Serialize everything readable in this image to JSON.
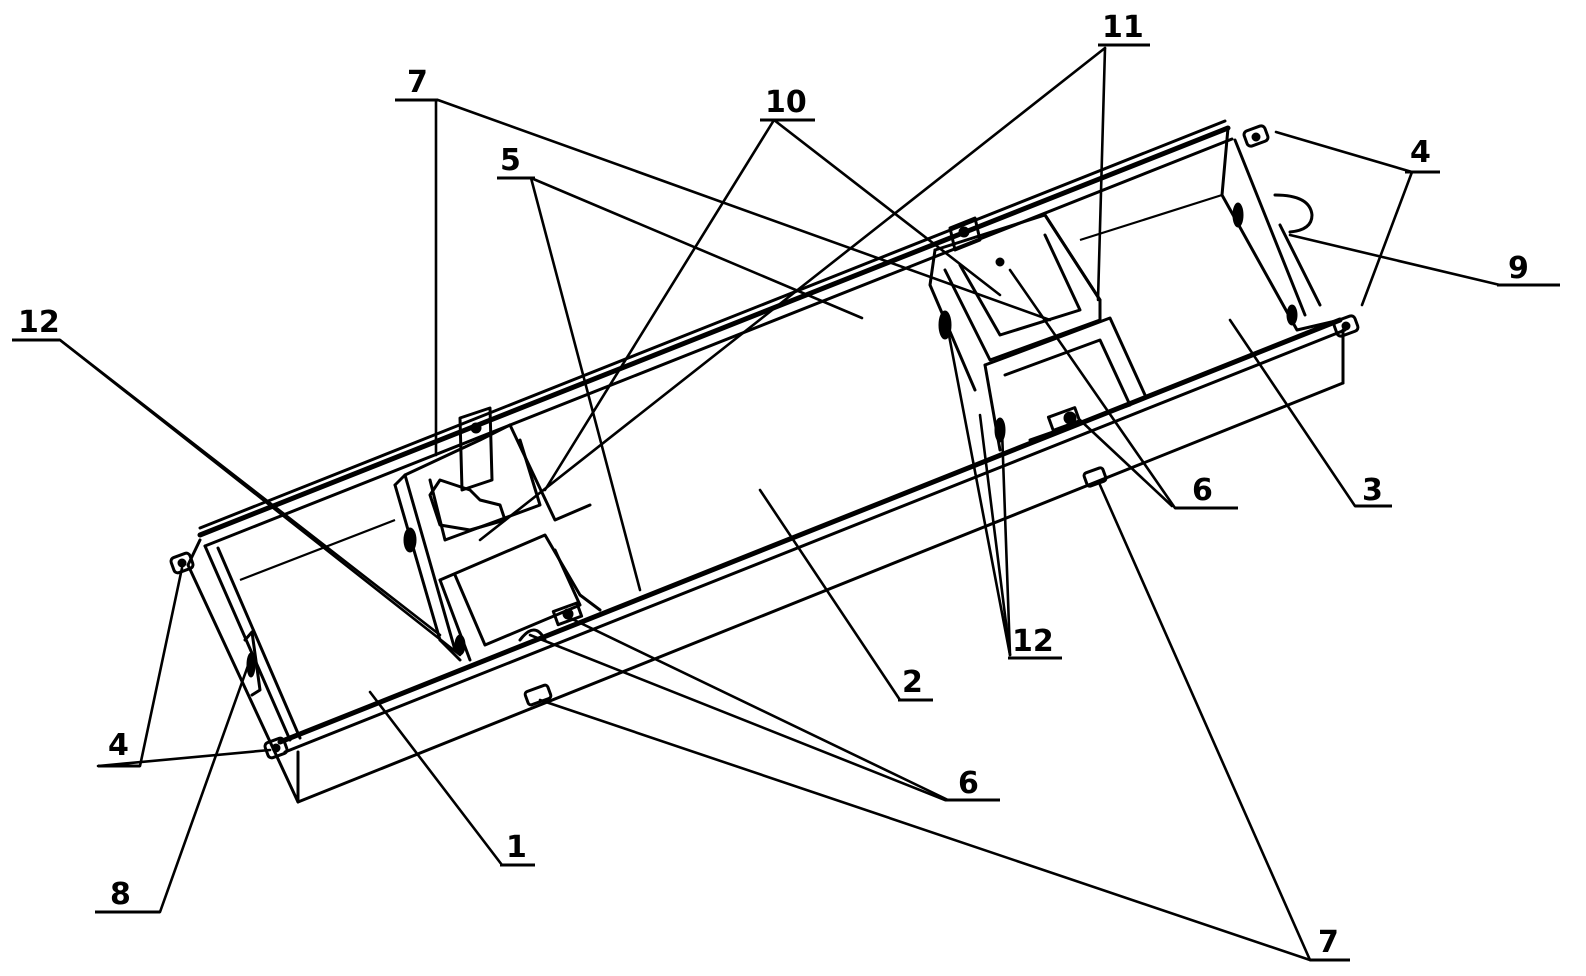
{
  "figure": {
    "type": "patent-style isometric line drawing",
    "subject": "elongated open frame assembly with three compartments",
    "colors": {
      "ink": "#000000",
      "background": "#ffffff"
    }
  },
  "parts": [
    {
      "id": "1",
      "label": "1"
    },
    {
      "id": "2",
      "label": "2"
    },
    {
      "id": "3",
      "label": "3"
    },
    {
      "id": "4",
      "label": "4"
    },
    {
      "id": "5",
      "label": "5"
    },
    {
      "id": "6",
      "label": "6"
    },
    {
      "id": "7",
      "label": "7"
    },
    {
      "id": "8",
      "label": "8"
    },
    {
      "id": "9",
      "label": "9"
    },
    {
      "id": "10",
      "label": "10"
    },
    {
      "id": "11",
      "label": "11"
    },
    {
      "id": "12",
      "label": "12"
    }
  ],
  "callouts": [
    {
      "label": "12",
      "position": "upper-left"
    },
    {
      "label": "7",
      "position": "top-left"
    },
    {
      "label": "5",
      "position": "top-center-left"
    },
    {
      "label": "10",
      "position": "top-center"
    },
    {
      "label": "11",
      "position": "top-right"
    },
    {
      "label": "4",
      "position": "top-right-end"
    },
    {
      "label": "9",
      "position": "right"
    },
    {
      "label": "6",
      "position": "right-center"
    },
    {
      "label": "3",
      "position": "right-lower"
    },
    {
      "label": "12",
      "position": "center-lower"
    },
    {
      "label": "2",
      "position": "center"
    },
    {
      "label": "6",
      "position": "bottom-center"
    },
    {
      "label": "4",
      "position": "left"
    },
    {
      "label": "1",
      "position": "bottom-left-center"
    },
    {
      "label": "8",
      "position": "bottom-left"
    },
    {
      "label": "7",
      "position": "bottom-right"
    }
  ]
}
